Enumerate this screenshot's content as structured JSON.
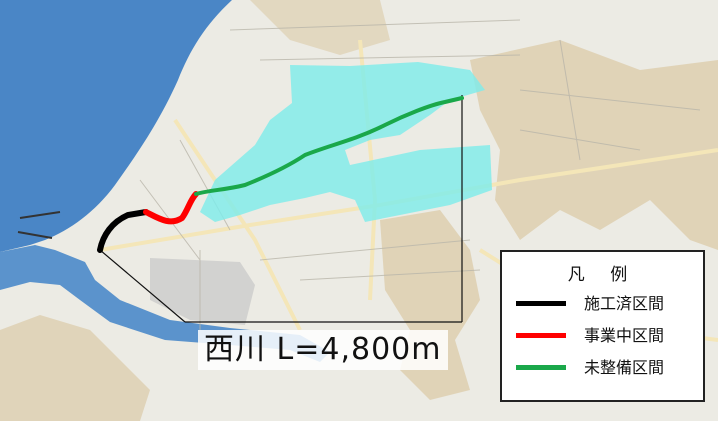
{
  "map": {
    "river_label": "西川  L=4,800m",
    "legend": {
      "title": "凡 例",
      "items": [
        {
          "key": "completed",
          "label": "施工済区間",
          "color": "#000000"
        },
        {
          "key": "in-progress",
          "label": "事業中区間",
          "color": "#ff0000"
        },
        {
          "key": "undeveloped",
          "label": "未整備区間",
          "color": "#1aa84a"
        }
      ]
    },
    "colors": {
      "sea": "#4a86c6",
      "river": "#5b93cc",
      "project_area": "#7fecea",
      "land": "#ecebe4",
      "hills": "#d8c7a6"
    }
  }
}
